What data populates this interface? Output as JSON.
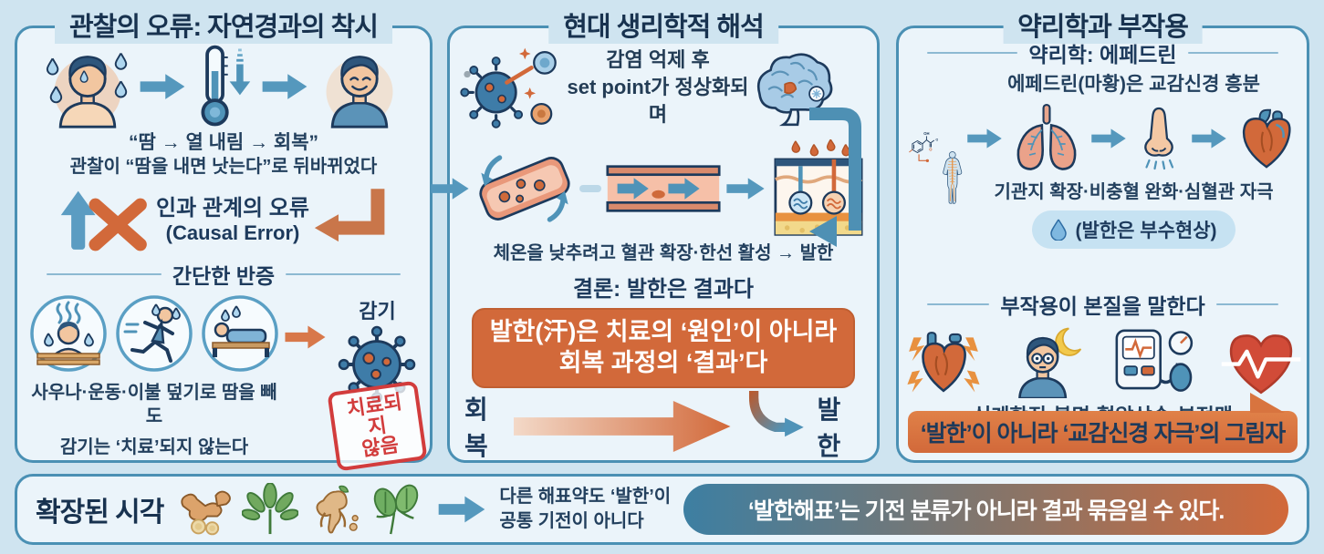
{
  "colors": {
    "page_bg": "#cfe4f0",
    "panel_bg": "#ebf4fa",
    "panel_border": "#4a90b4",
    "navy_text": "#1d3a5c",
    "accent_orange": "#d2693a",
    "accent_blue": "#4f93b8",
    "stamp_red": "#d23c3c",
    "badge_bg": "#c6e2f2",
    "banner_gradient_left": "#3d7fa2",
    "banner_gradient_right": "#d2693a"
  },
  "panel_observation": {
    "title": "관찰의 오류: 자연경과의 착시",
    "flow_caption_1": "“땀 → 열 내림 → 회복”",
    "flow_caption_2": "관찰이 “땀을 내면 낫는다”로 뒤바뀌었다",
    "causal_error_1": "인과 관계의 오류",
    "causal_error_2": "(Causal Error)",
    "refute_heading": "간단한 반증",
    "refute_caption_1": "사우나·운동·이불 덮기로 땀을 빼도",
    "refute_caption_2": "감기는 ‘치료’되지 않는다",
    "virus_label": "감기",
    "stamp_1": "치료되지",
    "stamp_2": "않음"
  },
  "panel_physiology": {
    "title": "현대 생리학적 해석",
    "setpoint_1": "감염 억제 후",
    "setpoint_2": "set point가 정상화되며",
    "mechanism_caption": "체온을 낮추려고 혈관 확장·한선 활성 → 발한",
    "conclusion_heading": "결론: 발한은 결과다",
    "box_1": "발한(汗)은 치료의 ‘원인’이 아니라",
    "box_2": "회복 과정의 ‘결과’다",
    "recovery_label": "회복",
    "sweat_label": "발한"
  },
  "panel_pharmacology": {
    "title": "약리학과 부작용",
    "pharm_heading": "약리학: 에페드린",
    "ephedrine_caption": "에페드린(마황)은 교감신경 흥분",
    "effects_caption": "기관지 확장·비충혈 완화·심혈관 자극",
    "sweat_note": "(발한은 부수현상)",
    "sidefx_heading": "부작용이 본질을 말한다",
    "sidefx_caption": "심계항진·불면·혈압상승·부정맥",
    "banner": "‘발한’이 아니라 ‘교감신경 자극’의 그림자",
    "chem": {
      "oh_top": "OH",
      "oh_right": "OH",
      "o_label": "O"
    }
  },
  "bottom_bar": {
    "title": "확장된 시각",
    "caption_1": "다른 해표약도 ‘발한’이",
    "caption_2": "공통 기전이 아니다",
    "banner": "‘발한해표’는 기전 분류가 아니라 결과 묶음일 수 있다."
  },
  "icons": {
    "sweating-person-icon": "person with sweat drops and heat glow",
    "thermometer-down-icon": "thermometer with falling arrow",
    "recovered-person-icon": "smiling recovered person",
    "blocked-causality-icon": "up arrow crossed by orange X",
    "reverse-arrow-icon": "orange arrow bending left",
    "sauna-icon": "sauna with steam",
    "running-icon": "running person",
    "bed-rest-icon": "person under blanket",
    "virus-icon": "cold virus",
    "virus-cluster-icon": "viruses being suppressed",
    "brain-icon": "brain with hypothalamus",
    "vessel-dilation-icon": "dilating blood vessel",
    "vessel-flow-icon": "blood flow in vessel",
    "skin-sweat-gland-icon": "skin with sweat glands",
    "chem-structure-icon": "ephedrine chemical structure",
    "body-nerves-icon": "body with sympathetic nerves",
    "lungs-icon": "lungs",
    "nose-icon": "nose",
    "heart-icon": "heart",
    "droplet-icon": "sweat droplet",
    "palpitation-heart-icon": "heart with lightning",
    "insomnia-icon": "sleepless face with moon",
    "bp-monitor-icon": "blood pressure monitor",
    "arrhythmia-heart-icon": "heart with ECG line",
    "ginger-icon": "ginger root",
    "leaf-icon": "herb leaf",
    "ginseng-icon": "ginseng root",
    "mint-icon": "mint leaves",
    "arrow-right-icon": "flow arrow"
  }
}
